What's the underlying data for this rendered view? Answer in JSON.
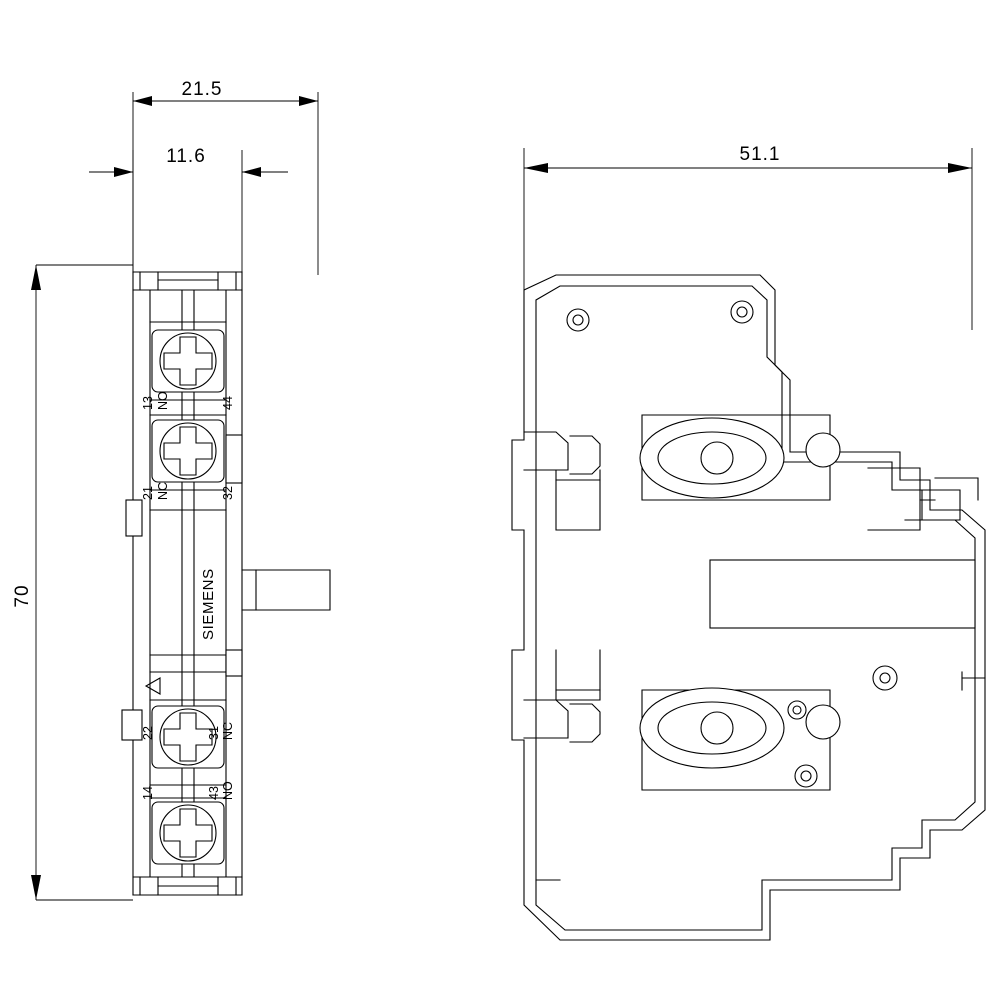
{
  "drawing": {
    "title": "Technical dimension drawing of Siemens auxiliary switch block",
    "brand_text": "SIEMENS",
    "dimensions": {
      "left_view": {
        "width_overall": "21.5",
        "width_inner": "11.6",
        "height_overall": "70"
      },
      "right_view": {
        "width_overall": "51.1"
      }
    },
    "contact_labels": {
      "top_left_number": "13",
      "top_left_type": "NO",
      "top_right_number": "44",
      "upper_left_number": "21",
      "upper_left_type": "NC",
      "upper_right_number": "32",
      "lower_left_number": "22",
      "lower_right_number": "31",
      "lower_right_type": "NC",
      "bottom_left_number": "14",
      "bottom_right_number": "43",
      "bottom_right_type": "NO"
    }
  }
}
